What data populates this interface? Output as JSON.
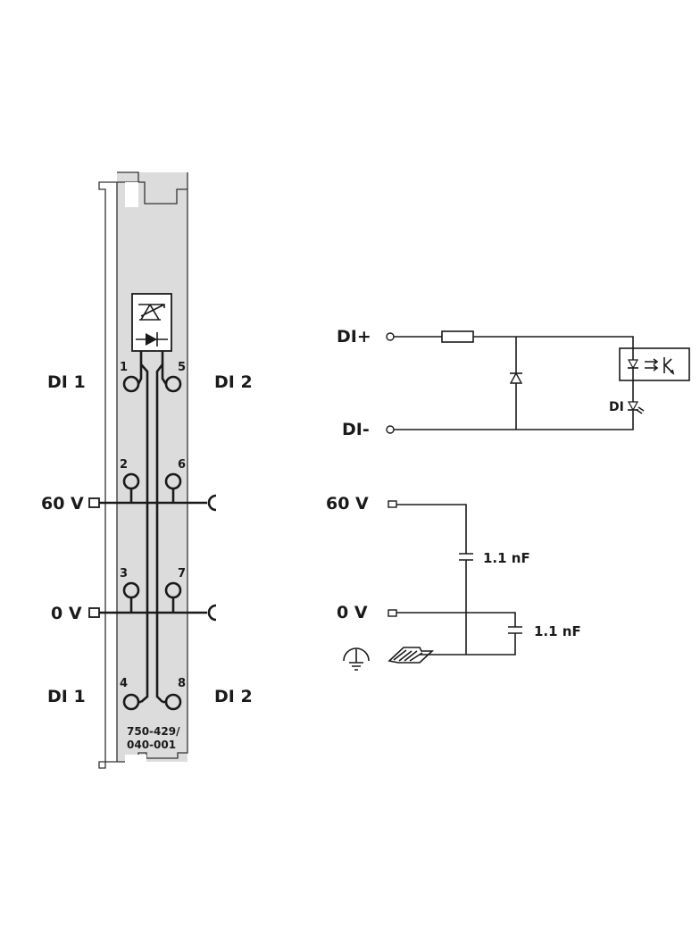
{
  "module": {
    "part_number_line1": "750-429/",
    "part_number_line2": "040-001",
    "terminals": {
      "t1": "1",
      "t2": "2",
      "t3": "3",
      "t4": "4",
      "t5": "5",
      "t6": "6",
      "t7": "7",
      "t8": "8"
    },
    "labels": {
      "di1_top": "DI 1",
      "di2_top": "DI 2",
      "v60": "60 V",
      "v0": "0 V",
      "di1_bottom": "DI 1",
      "di2_bottom": "DI 2"
    }
  },
  "schematic": {
    "di_plus": "DI+",
    "di_minus": "DI-",
    "di_led": "DI",
    "v60": "60 V",
    "v0": "0 V",
    "cap1": "1.1 nF",
    "cap2": "1.1 nF"
  },
  "colors": {
    "module_fill": "#dcdcdc",
    "line": "#1a1a1a",
    "module_outline": "#333333"
  },
  "icons": [
    "ground-icon",
    "din-rail-icon",
    "diode-icon",
    "optocoupler-icon",
    "led-icon",
    "resistor-icon",
    "capacitor-icon"
  ]
}
